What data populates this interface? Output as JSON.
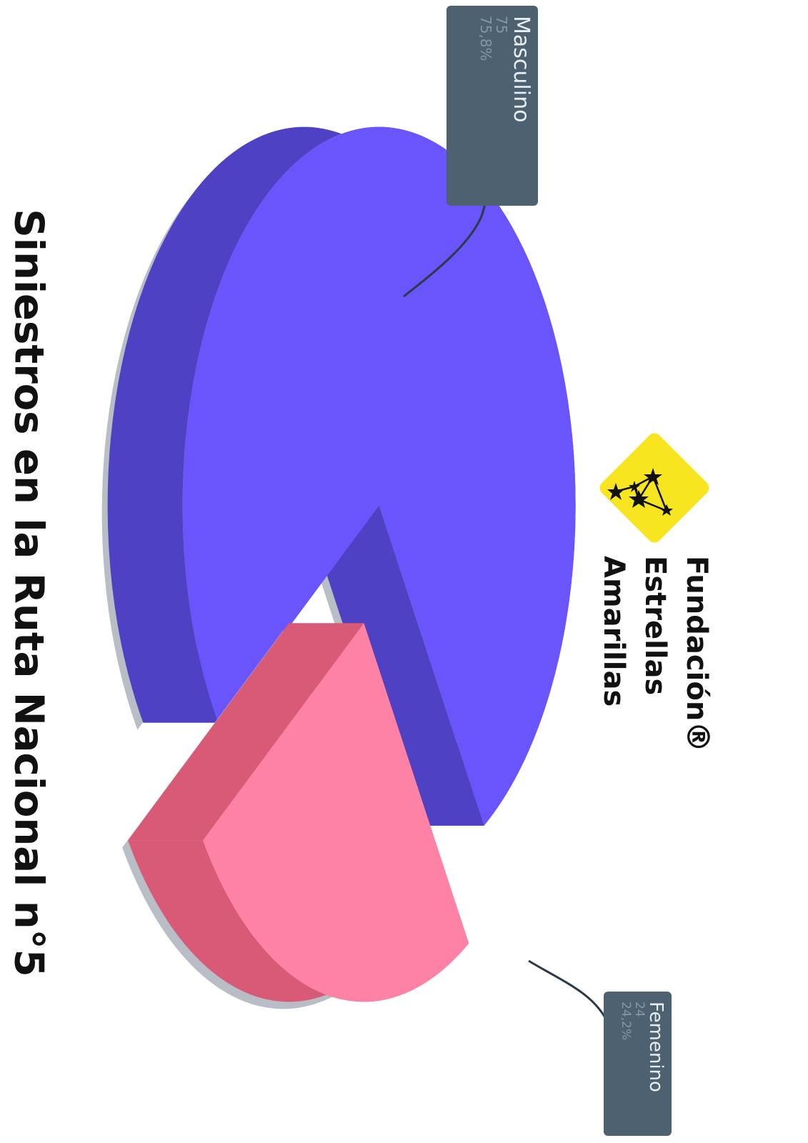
{
  "title": "Siniestros en la Ruta Nacional n°5",
  "brand": {
    "line1": "Fundación",
    "registered": "®",
    "line2": "Estrellas",
    "line3": "Amarillas"
  },
  "icons": {
    "logo": "yellow-diamond-road-sign-with-star-constellation-icon"
  },
  "chart_data": {
    "type": "pie",
    "style": "3d-exploded",
    "orientation": "rotated-90-clockwise",
    "categories": [
      "Masculino",
      "Femenino"
    ],
    "values": [
      75,
      24
    ],
    "percent_labels": [
      "75,8%",
      "24,2%"
    ],
    "value_labels": [
      "75",
      "24"
    ],
    "colors": {
      "Masculino": "#6a55fd",
      "Masculino_side": "#4f41c4",
      "Femenino": "#fd82a6",
      "Femenino_side": "#d85a76",
      "tooltip_bg": "#4d6170"
    }
  },
  "tooltips": [
    {
      "name": "Masculino",
      "value": "75",
      "percent": "75,8%"
    },
    {
      "name": "Femenino",
      "value": "24",
      "percent": "24,2%"
    }
  ]
}
